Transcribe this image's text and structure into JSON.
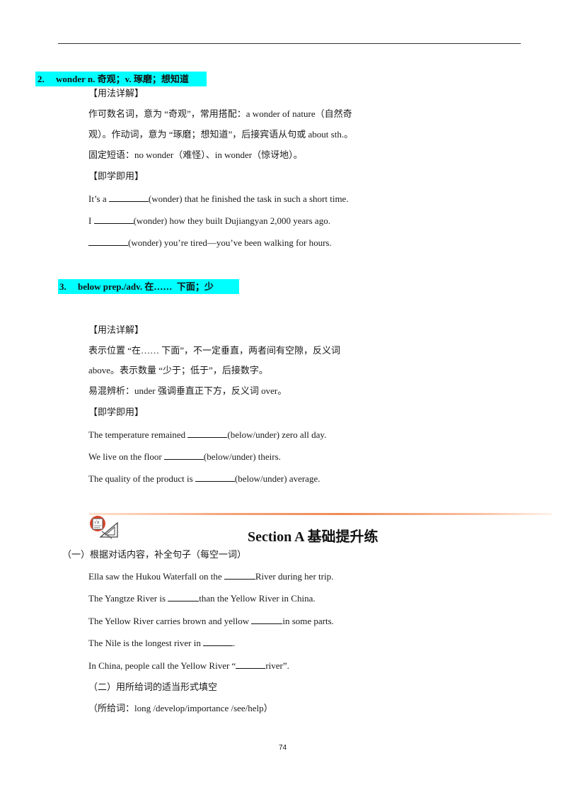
{
  "item2": {
    "heading": "2.     wonder n. 奇观；v. 琢磨；想知道",
    "usage_label": "【用法详解】",
    "usage_line1": "作可数名词，意为 “奇观”，常用搭配：a wonder of nature（自然奇",
    "usage_line2": "观）。作动词，意为 “琢磨；想知道”，后接宾语从句或  about sth.。",
    "usage_line3": "固定短语：no wonder（难怪）、in wonder（惊讶地）。",
    "practice_label": "【即学即用】",
    "ex1_before": "It’s a ",
    "ex1_after": "(wonder) that he finished the task in such a short time.",
    "ex2_before": "I ",
    "ex2_after": "(wonder) how they built Dujiangyan 2,000 years ago.",
    "ex3_before": "",
    "ex3_after": "(wonder) you’re tired—you’ve been walking for hours."
  },
  "item3": {
    "heading": "3.     below prep./adv. 在……  下面；少",
    "usage_label": "【用法详解】",
    "usage_line1": "表示位置 “在……  下面”，不一定垂直，两者间有空隙，反义词",
    "usage_line2": "above。表示数量 “少于；低于”，后接数字。",
    "usage_line3": "易混辨析：under 强调垂直正下方，反义词  over。",
    "practice_label": "【即学即用】",
    "ex1_before": "The temperature remained ",
    "ex1_after": "(below/under) zero all day.",
    "ex2_before": "We live on the floor ",
    "ex2_after": "(below/under) theirs.",
    "ex3_before": "The quality of the product is ",
    "ex3_after": "(below/under) average."
  },
  "section": {
    "title": "Section A  基础提升练",
    "part1_label": "（一）根据对话内容，补全句子（每空一词）",
    "q1_before": "Ella saw the Hukou Waterfall on the ",
    "q1_after": "River during her trip.",
    "q2_before": "The Yangtze River is ",
    "q2_after": "than the Yellow River in China.",
    "q3_before": "The Yellow River carries brown and yellow ",
    "q3_after": "in some parts.",
    "q4_before": "The Nile is the longest river in ",
    "q4_after": ".",
    "q5_before": "In China, people call the Yellow River “",
    "q5_after": "river”.",
    "part2_label": "（二）用所给词的适当形式填空",
    "part2_words": "（所给词：long /develop/importance /see/help）"
  },
  "page_number": "74",
  "colors": {
    "heading_highlight": "#00ffff",
    "section_rule": "#f08a55",
    "icon_red": "#d9452b"
  },
  "icons": {
    "section_icon": "math-tools-icon"
  }
}
